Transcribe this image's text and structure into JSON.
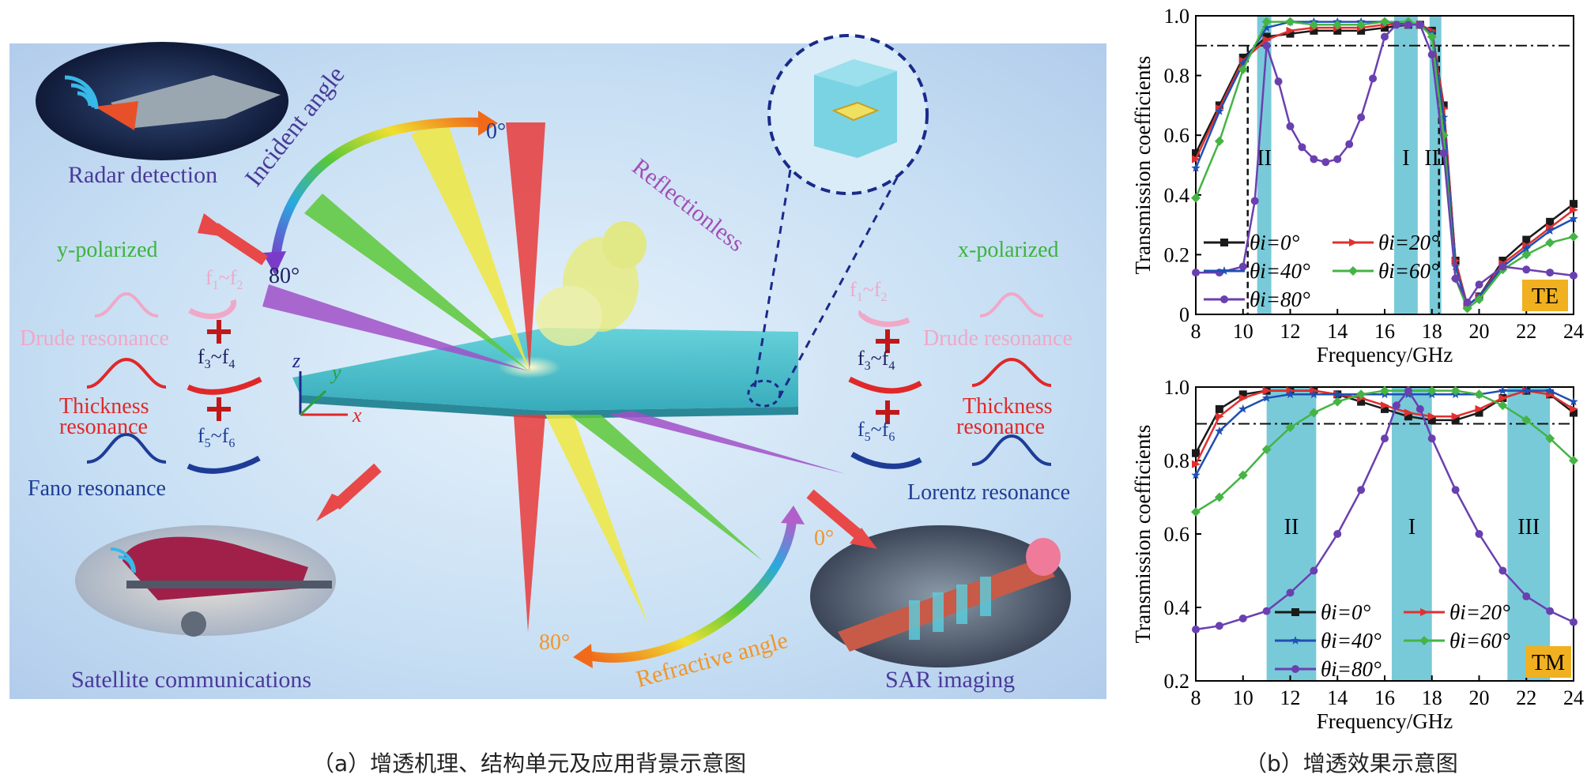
{
  "left_panel": {
    "caption": "（a）增透机理、结构单元及应用背景示意图",
    "labels": {
      "radar": "Radar detection",
      "satellite": "Satellite communications",
      "sar": "SAR imaging",
      "incident_angle": "Incident angle",
      "refractive_angle": "Refractive angle",
      "reflectionless": "Reflectionless",
      "deg0_top": "0°",
      "deg80_top": "80°",
      "deg0_bottom": "0°",
      "deg80_bottom": "80°",
      "y_pol": "y-polarized",
      "x_pol": "x-polarized",
      "drude_left": "Drude resonance",
      "drude_right": "Drude resonance",
      "thickness_left_1": "Thickness",
      "thickness_left_2": "resonance",
      "thickness_right_1": "Thickness",
      "thickness_right_2": "resonance",
      "fano": "Fano resonance",
      "lorentz": "Lorentz resonance",
      "axis_z": "z",
      "axis_y": "y",
      "axis_x": "x",
      "f12_l": "f",
      "f12_r": "f",
      "f34_l": "f",
      "f34_r": "f",
      "f56_l": "f",
      "f56_r": "f",
      "sub1": "1",
      "sub2": "2",
      "sub3": "3",
      "sub4": "4",
      "sub5": "5",
      "sub6": "6",
      "tilde": "~"
    },
    "colors": {
      "bg": "#c4dcf2",
      "drude": "#f0a8c8",
      "thickness": "#e02828",
      "fano": "#1e3c96",
      "ypol": "#3cb43c",
      "orange": "#f0962a",
      "title_blue": "#4a3a9a"
    }
  },
  "right_panel": {
    "caption": "（b）增透效果示意图",
    "chart_data": [
      {
        "type": "line",
        "xlabel": "Frequency/GHz",
        "ylabel": "Transmission coefficients",
        "xlim": [
          8,
          24
        ],
        "ylim": [
          0,
          1.0
        ],
        "xticks": [
          8,
          10,
          12,
          14,
          16,
          18,
          20,
          22,
          24
        ],
        "yticks": [
          0,
          0.2,
          0.4,
          0.6,
          0.8,
          1.0
        ],
        "ytick_labels": [
          "0",
          "0.2",
          "0.4",
          "0.6",
          "0.8",
          "1.0"
        ],
        "threshold": 0.9,
        "mode_label": "TE",
        "bands": [
          {
            "label": "II",
            "from": 10.6,
            "to": 11.2
          },
          {
            "label": "I",
            "from": 16.4,
            "to": 17.4
          },
          {
            "label": "III",
            "from": 17.9,
            "to": 18.4
          }
        ],
        "vlines": [
          10.2,
          18.3
        ],
        "series": [
          {
            "name": "θi=0°",
            "color": "#1a1a1a",
            "marker": "square",
            "x": [
              8,
              9,
              10,
              11,
              12,
              13,
              14,
              15,
              16,
              17,
              17.5,
              18,
              18.5,
              19,
              19.5,
              20,
              21,
              22,
              23,
              24
            ],
            "y": [
              0.54,
              0.7,
              0.86,
              0.93,
              0.94,
              0.95,
              0.95,
              0.95,
              0.96,
              0.97,
              0.97,
              0.95,
              0.7,
              0.18,
              0.03,
              0.06,
              0.18,
              0.25,
              0.31,
              0.37
            ]
          },
          {
            "name": "θi=20°",
            "color": "#e03030",
            "marker": "triangle-right",
            "x": [
              8,
              9,
              10,
              11,
              12,
              13,
              14,
              15,
              16,
              17,
              17.5,
              18,
              18.5,
              19,
              19.5,
              20,
              21,
              22,
              23,
              24
            ],
            "y": [
              0.52,
              0.69,
              0.85,
              0.92,
              0.95,
              0.96,
              0.96,
              0.96,
              0.97,
              0.97,
              0.97,
              0.95,
              0.69,
              0.18,
              0.03,
              0.06,
              0.17,
              0.23,
              0.29,
              0.35
            ]
          },
          {
            "name": "θi=40°",
            "color": "#1e50b4",
            "marker": "star",
            "x": [
              8,
              9,
              10,
              11,
              12,
              13,
              14,
              15,
              16,
              17,
              17.5,
              18,
              18.5,
              19,
              19.5,
              20,
              21,
              22,
              23,
              24
            ],
            "y": [
              0.49,
              0.68,
              0.84,
              0.96,
              0.98,
              0.98,
              0.98,
              0.98,
              0.98,
              0.97,
              0.97,
              0.94,
              0.66,
              0.16,
              0.03,
              0.06,
              0.16,
              0.22,
              0.28,
              0.32
            ]
          },
          {
            "name": "θi=60°",
            "color": "#44b444",
            "marker": "diamond",
            "x": [
              8,
              9,
              10,
              11,
              12,
              13,
              14,
              15,
              16,
              17,
              17.5,
              18,
              18.5,
              19,
              19.5,
              20,
              21,
              22,
              23,
              24
            ],
            "y": [
              0.39,
              0.58,
              0.82,
              0.98,
              0.98,
              0.97,
              0.97,
              0.97,
              0.98,
              0.98,
              0.97,
              0.93,
              0.6,
              0.12,
              0.02,
              0.05,
              0.15,
              0.2,
              0.24,
              0.26
            ]
          },
          {
            "name": "θi=80°",
            "color": "#6a40b0",
            "marker": "circle",
            "x": [
              8,
              9,
              10,
              10.5,
              11,
              11.5,
              12,
              12.5,
              13,
              13.5,
              14,
              14.5,
              15,
              15.5,
              16,
              16.5,
              17,
              17.5,
              18,
              18.5,
              19,
              19.5,
              20,
              21,
              22,
              23,
              24
            ],
            "y": [
              0.14,
              0.14,
              0.16,
              0.38,
              0.9,
              0.78,
              0.63,
              0.56,
              0.52,
              0.51,
              0.52,
              0.57,
              0.66,
              0.79,
              0.93,
              0.97,
              0.97,
              0.97,
              0.87,
              0.54,
              0.12,
              0.04,
              0.1,
              0.16,
              0.15,
              0.14,
              0.13
            ]
          }
        ]
      },
      {
        "type": "line",
        "xlabel": "Frequency/GHz",
        "ylabel": "Transmission coefficients",
        "xlim": [
          8,
          24
        ],
        "ylim": [
          0.2,
          1.0
        ],
        "xticks": [
          8,
          10,
          12,
          14,
          16,
          18,
          20,
          22,
          24
        ],
        "yticks": [
          0.2,
          0.4,
          0.6,
          0.8,
          1.0
        ],
        "ytick_labels": [
          "0.2",
          "0.4",
          "0.6",
          "0.8",
          "1.0"
        ],
        "threshold": 0.9,
        "mode_label": "TM",
        "bands": [
          {
            "label": "II",
            "from": 11.0,
            "to": 13.1
          },
          {
            "label": "I",
            "from": 16.3,
            "to": 18.0
          },
          {
            "label": "III",
            "from": 21.2,
            "to": 23.0
          }
        ],
        "vlines": [],
        "series": [
          {
            "name": "θi=0°",
            "color": "#1a1a1a",
            "marker": "square",
            "x": [
              8,
              9,
              10,
              11,
              12,
              13,
              14,
              15,
              16,
              17,
              18,
              19,
              20,
              21,
              22,
              23,
              24
            ],
            "y": [
              0.82,
              0.94,
              0.98,
              0.99,
              0.99,
              0.99,
              0.98,
              0.96,
              0.94,
              0.92,
              0.91,
              0.91,
              0.93,
              0.97,
              0.99,
              0.98,
              0.93
            ]
          },
          {
            "name": "θi=20°",
            "color": "#e03030",
            "marker": "triangle-right",
            "x": [
              8,
              9,
              10,
              11,
              12,
              13,
              14,
              15,
              16,
              17,
              18,
              19,
              20,
              21,
              22,
              23,
              24
            ],
            "y": [
              0.79,
              0.92,
              0.97,
              0.99,
              0.99,
              0.99,
              0.98,
              0.97,
              0.95,
              0.93,
              0.92,
              0.92,
              0.94,
              0.97,
              0.99,
              0.98,
              0.94
            ]
          },
          {
            "name": "θi=40°",
            "color": "#1e50b4",
            "marker": "star",
            "x": [
              8,
              9,
              10,
              11,
              12,
              13,
              14,
              15,
              16,
              17,
              18,
              19,
              20,
              21,
              22,
              23,
              24
            ],
            "y": [
              0.76,
              0.88,
              0.94,
              0.97,
              0.98,
              0.98,
              0.98,
              0.98,
              0.98,
              0.98,
              0.98,
              0.98,
              0.98,
              0.99,
              0.99,
              0.99,
              0.96
            ]
          },
          {
            "name": "θi=60°",
            "color": "#44b444",
            "marker": "diamond",
            "x": [
              8,
              9,
              10,
              11,
              12,
              13,
              14,
              15,
              16,
              17,
              18,
              19,
              20,
              21,
              22,
              23,
              24
            ],
            "y": [
              0.66,
              0.7,
              0.76,
              0.83,
              0.89,
              0.93,
              0.96,
              0.98,
              0.99,
              0.99,
              0.99,
              0.99,
              0.98,
              0.95,
              0.91,
              0.86,
              0.8
            ]
          },
          {
            "name": "θi=80°",
            "color": "#6a40b0",
            "marker": "circle",
            "x": [
              8,
              9,
              10,
              11,
              12,
              13,
              14,
              15,
              16,
              16.5,
              17,
              17.5,
              18,
              19,
              20,
              21,
              22,
              23,
              24
            ],
            "y": [
              0.34,
              0.35,
              0.37,
              0.39,
              0.44,
              0.5,
              0.6,
              0.72,
              0.86,
              0.95,
              0.99,
              0.94,
              0.86,
              0.72,
              0.6,
              0.5,
              0.43,
              0.39,
              0.36
            ]
          }
        ]
      }
    ]
  }
}
